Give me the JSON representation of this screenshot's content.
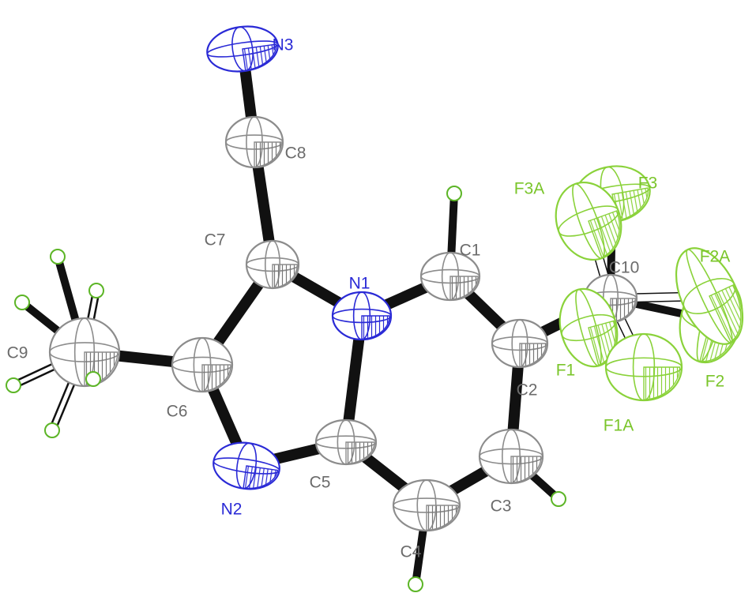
{
  "colors": {
    "carbon": "#8c8c8c",
    "nitrogen": "#2a2ad6",
    "fluorine": "#8ad23a",
    "hydrogen": "#5cb526",
    "bond": "#111111",
    "label_carbon": "#6b6b6b",
    "label_nitrogen": "#2a2ad6",
    "label_fluorine": "#7ac52a"
  },
  "atoms": [
    {
      "id": "N3",
      "label": "N3",
      "element": "N"
    },
    {
      "id": "C8",
      "label": "C8",
      "element": "C"
    },
    {
      "id": "C7",
      "label": "C7",
      "element": "C"
    },
    {
      "id": "N1",
      "label": "N1",
      "element": "N"
    },
    {
      "id": "C1",
      "label": "C1",
      "element": "C"
    },
    {
      "id": "C2",
      "label": "C2",
      "element": "C"
    },
    {
      "id": "C3",
      "label": "C3",
      "element": "C"
    },
    {
      "id": "C4",
      "label": "C4",
      "element": "C"
    },
    {
      "id": "C5",
      "label": "C5",
      "element": "C"
    },
    {
      "id": "N2",
      "label": "N2",
      "element": "N"
    },
    {
      "id": "C6",
      "label": "C6",
      "element": "C"
    },
    {
      "id": "C9",
      "label": "C9",
      "element": "C"
    },
    {
      "id": "C10",
      "label": "C10",
      "element": "C"
    },
    {
      "id": "F1",
      "label": "F1",
      "element": "F"
    },
    {
      "id": "F2",
      "label": "F2",
      "element": "F"
    },
    {
      "id": "F3",
      "label": "F3",
      "element": "F"
    },
    {
      "id": "F1A",
      "label": "F1A",
      "element": "F"
    },
    {
      "id": "F2A",
      "label": "F2A",
      "element": "F"
    },
    {
      "id": "F3A",
      "label": "F3A",
      "element": "F"
    }
  ],
  "bonds": [
    [
      "N3",
      "C8"
    ],
    [
      "C8",
      "C7"
    ],
    [
      "C7",
      "N1"
    ],
    [
      "C7",
      "C6"
    ],
    [
      "N1",
      "C1"
    ],
    [
      "N1",
      "C5"
    ],
    [
      "C1",
      "C2"
    ],
    [
      "C2",
      "C3"
    ],
    [
      "C3",
      "C4"
    ],
    [
      "C4",
      "C5"
    ],
    [
      "C5",
      "N2"
    ],
    [
      "N2",
      "C6"
    ],
    [
      "C6",
      "C9"
    ],
    [
      "C2",
      "C10"
    ]
  ]
}
